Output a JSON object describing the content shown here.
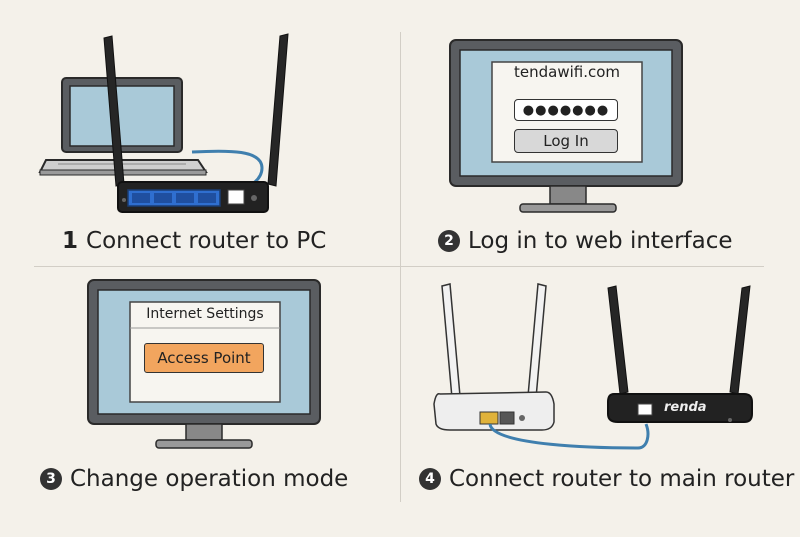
{
  "steps": [
    {
      "number": "1",
      "label": "Connect router to PC"
    },
    {
      "number": "2",
      "label": "Log in to web interface"
    },
    {
      "number": "3",
      "label": "Change operation mode"
    },
    {
      "number": "4",
      "label": "Connect router to main router"
    }
  ],
  "login": {
    "url": "tendawifi.com",
    "password_mask": "●●●●●●●",
    "login_button": "Log In"
  },
  "settings": {
    "title": "Internet Settings",
    "mode_button": "Access Point"
  },
  "router_brand": "renda",
  "colors": {
    "background": "#f4f1ea",
    "screen": "#a9c9d8",
    "cable": "#3f7fae",
    "lan_ports": "#2f6fd0",
    "accent_button": "#f2a55e",
    "router_dark": "#222222",
    "router_white": "#eeeeee",
    "wan_port": "#e0b23a"
  },
  "icons": [
    "laptop-icon",
    "router-icon",
    "monitor-icon",
    "cable-icon"
  ]
}
